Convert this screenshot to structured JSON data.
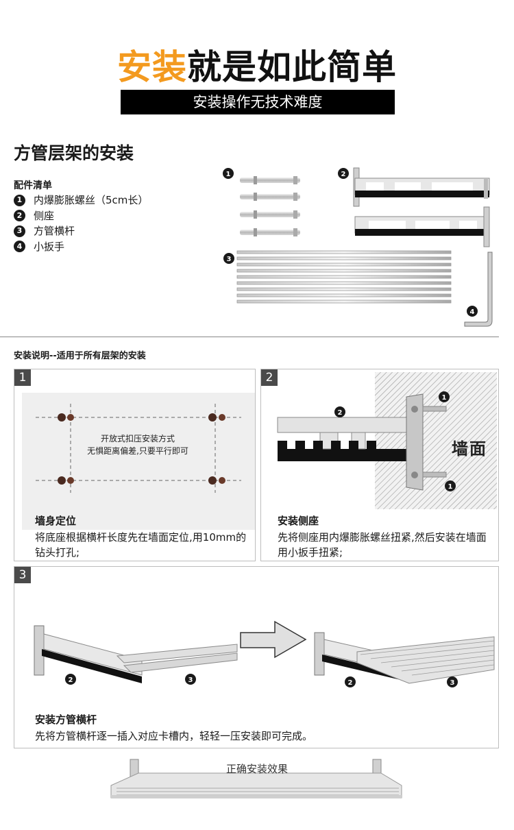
{
  "hero": {
    "title_highlight": "安装",
    "title_rest": "就是如此简单",
    "subtitle": "安装操作无技术难度"
  },
  "section": {
    "title": "方管层架的安装",
    "parts_heading": "配件清单",
    "parts": [
      {
        "num": "1",
        "label": "内爆膨胀螺丝（5cm长）"
      },
      {
        "num": "2",
        "label": "侧座"
      },
      {
        "num": "3",
        "label": "方管横杆"
      },
      {
        "num": "4",
        "label": "小扳手"
      }
    ]
  },
  "instructions": {
    "heading": "安装说明--适用于所有层架的安装",
    "steps": [
      {
        "badge": "1",
        "note_line1": "开放式扣压安装方式",
        "note_line2": "无惧距离偏差,只要平行即可",
        "title": "墙身定位",
        "text": "将底座根据横杆长度先在墙面定位,用10mm的钻头打孔;"
      },
      {
        "badge": "2",
        "wall_label": "墙面",
        "title": "安装侧座",
        "text": "先将侧座用内爆膨胀螺丝扭紧,然后安装在墙面用小扳手扭紧;"
      },
      {
        "badge": "3",
        "title": "安装方管横杆",
        "text": "先将方管横杆逐一插入对应卡槽内，轻轻一压安装即可完成。"
      }
    ]
  },
  "result": {
    "label": "正确安装效果"
  },
  "colors": {
    "accent": "#f39a1f",
    "bar": "#000000",
    "badge": "#4a4a4a"
  }
}
